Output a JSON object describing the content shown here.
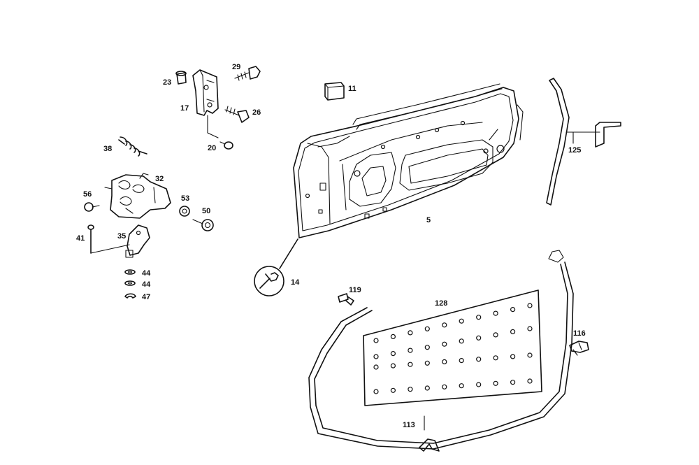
{
  "diagram": {
    "callouts": {
      "p5": "5",
      "p11": "11",
      "p14": "14",
      "p17": "17",
      "p20": "20",
      "p23": "23",
      "p26": "26",
      "p29": "29",
      "p32": "32",
      "p35": "35",
      "p38": "38",
      "p41": "41",
      "p44a": "44",
      "p44b": "44",
      "p47": "47",
      "p50": "50",
      "p53": "53",
      "p56": "56",
      "p113": "113",
      "p116": "116",
      "p119": "119",
      "p125": "125",
      "p128": "128"
    }
  }
}
